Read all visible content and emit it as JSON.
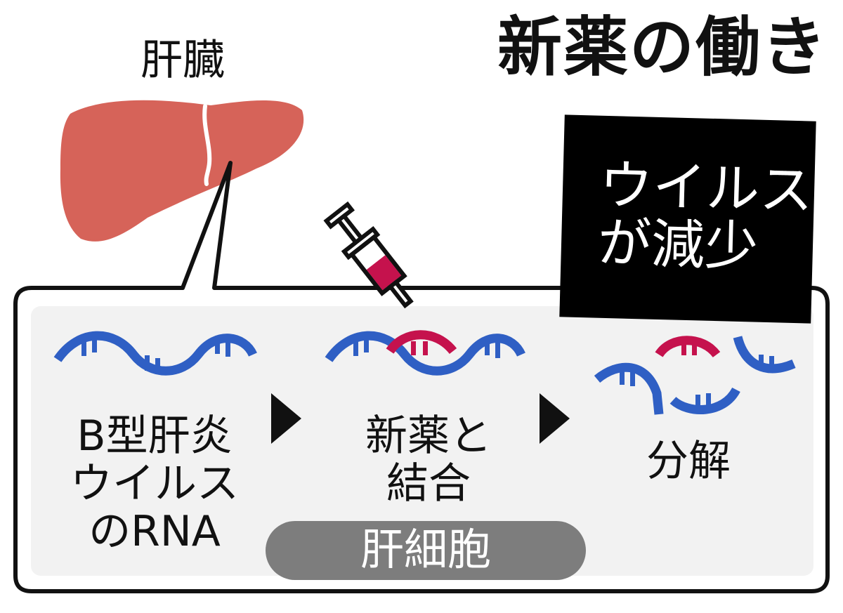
{
  "title": "新薬の働き",
  "organ_label": "肝臓",
  "result_label_line1": "ウイルス",
  "result_label_line2": "が減少",
  "steps": [
    {
      "line1": "B型肝炎",
      "line2": "ウイルス",
      "line3": "のRNA"
    },
    {
      "line1": "新薬と",
      "line2": "結合"
    },
    {
      "line1": "分解"
    }
  ],
  "cell_label": "肝細胞",
  "colors": {
    "liver": "#d66359",
    "virus_rna": "#2f5fc4",
    "drug": "#c5124d",
    "panel": "#f2f2f2",
    "cell_pill": "#7d7d7d",
    "result_box": "#000000"
  },
  "icons": [
    "liver-icon",
    "syringe-icon",
    "arrow-right-icon",
    "rna-strand-icon"
  ]
}
